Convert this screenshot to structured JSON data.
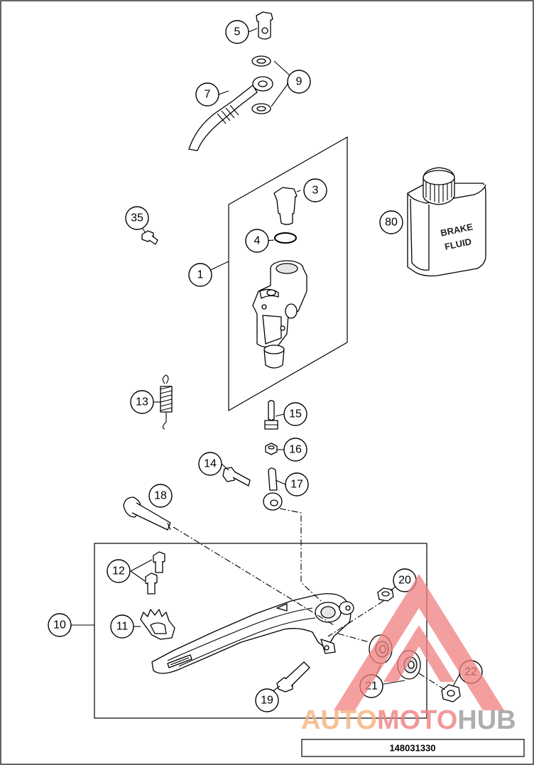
{
  "diagram_code": "148031330",
  "fluid_label": {
    "line1": "BRAKE",
    "line2": "FLUID"
  },
  "watermark": {
    "part1": "AUTO",
    "part2": "MOTO",
    "part3": "HUB"
  },
  "callouts": {
    "c1": "1",
    "c3": "3",
    "c4": "4",
    "c5": "5",
    "c7": "7",
    "c9": "9",
    "c10": "10",
    "c11": "11",
    "c12": "12",
    "c13": "13",
    "c14": "14",
    "c15": "15",
    "c16": "16",
    "c17": "17",
    "c18": "18",
    "c19": "19",
    "c20": "20",
    "c21": "21",
    "c22": "22",
    "c35": "35",
    "c80": "80"
  },
  "colors": {
    "watermark_red": "#f08080",
    "watermark_orange": "#f5b27a",
    "watermark_grey": "#9a9a9a",
    "line": "#000000"
  }
}
